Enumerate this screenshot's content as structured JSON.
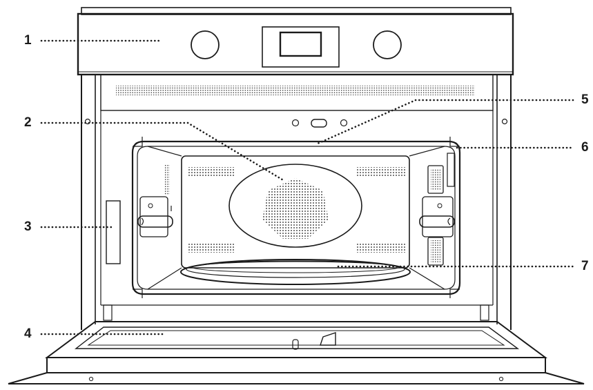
{
  "callouts": [
    {
      "id": "1"
    },
    {
      "id": "2"
    },
    {
      "id": "3"
    },
    {
      "id": "4"
    },
    {
      "id": "5"
    },
    {
      "id": "6"
    },
    {
      "id": "7"
    }
  ],
  "colors": {
    "line": "#1a1a1a",
    "background": "#ffffff",
    "panel_fill": "#f7f7f7"
  }
}
